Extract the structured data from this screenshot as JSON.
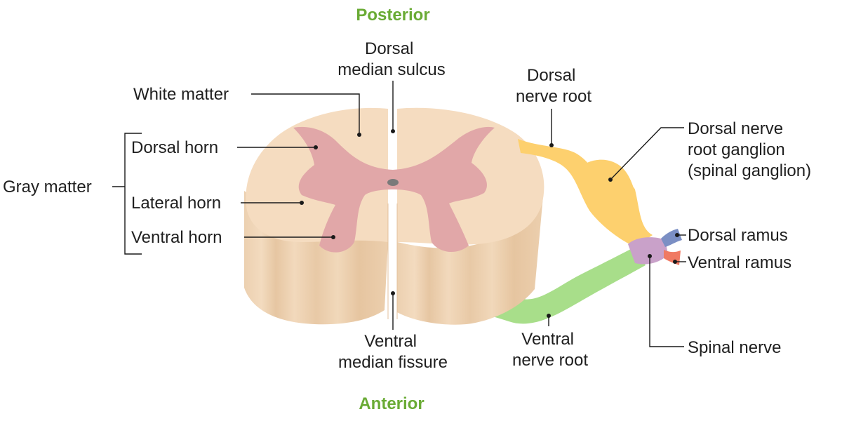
{
  "orientation": {
    "top": "Posterior",
    "bottom": "Anterior",
    "color": "#6aab35"
  },
  "labels": {
    "dorsal_median_sulcus": [
      "Dorsal",
      "median sulcus"
    ],
    "white_matter": "White matter",
    "gray_matter": "Gray matter",
    "dorsal_horn": "Dorsal horn",
    "lateral_horn": "Lateral horn",
    "ventral_horn": "Ventral horn",
    "ventral_median_fissure": [
      "Ventral",
      "median fissure"
    ],
    "dorsal_nerve_root": [
      "Dorsal",
      "nerve root"
    ],
    "dorsal_root_ganglion": [
      "Dorsal nerve",
      "root ganglion",
      "(spinal ganglion)"
    ],
    "dorsal_ramus": "Dorsal ramus",
    "ventral_ramus": "Ventral ramus",
    "spinal_nerve": "Spinal nerve",
    "ventral_nerve_root": [
      "Ventral",
      "nerve root"
    ]
  },
  "colors": {
    "white_matter": "#f5dcc0",
    "white_matter_side": "#e9c8a4",
    "gray_matter": "#e1a7a8",
    "dorsal_root": "#fdd06e",
    "ventral_root": "#a8de8a",
    "spinal_nerve": "#c9a1c9",
    "dorsal_ramus": "#7b8fc4",
    "ventral_ramus": "#f07a63",
    "central_canal": "#7a7a7a"
  }
}
